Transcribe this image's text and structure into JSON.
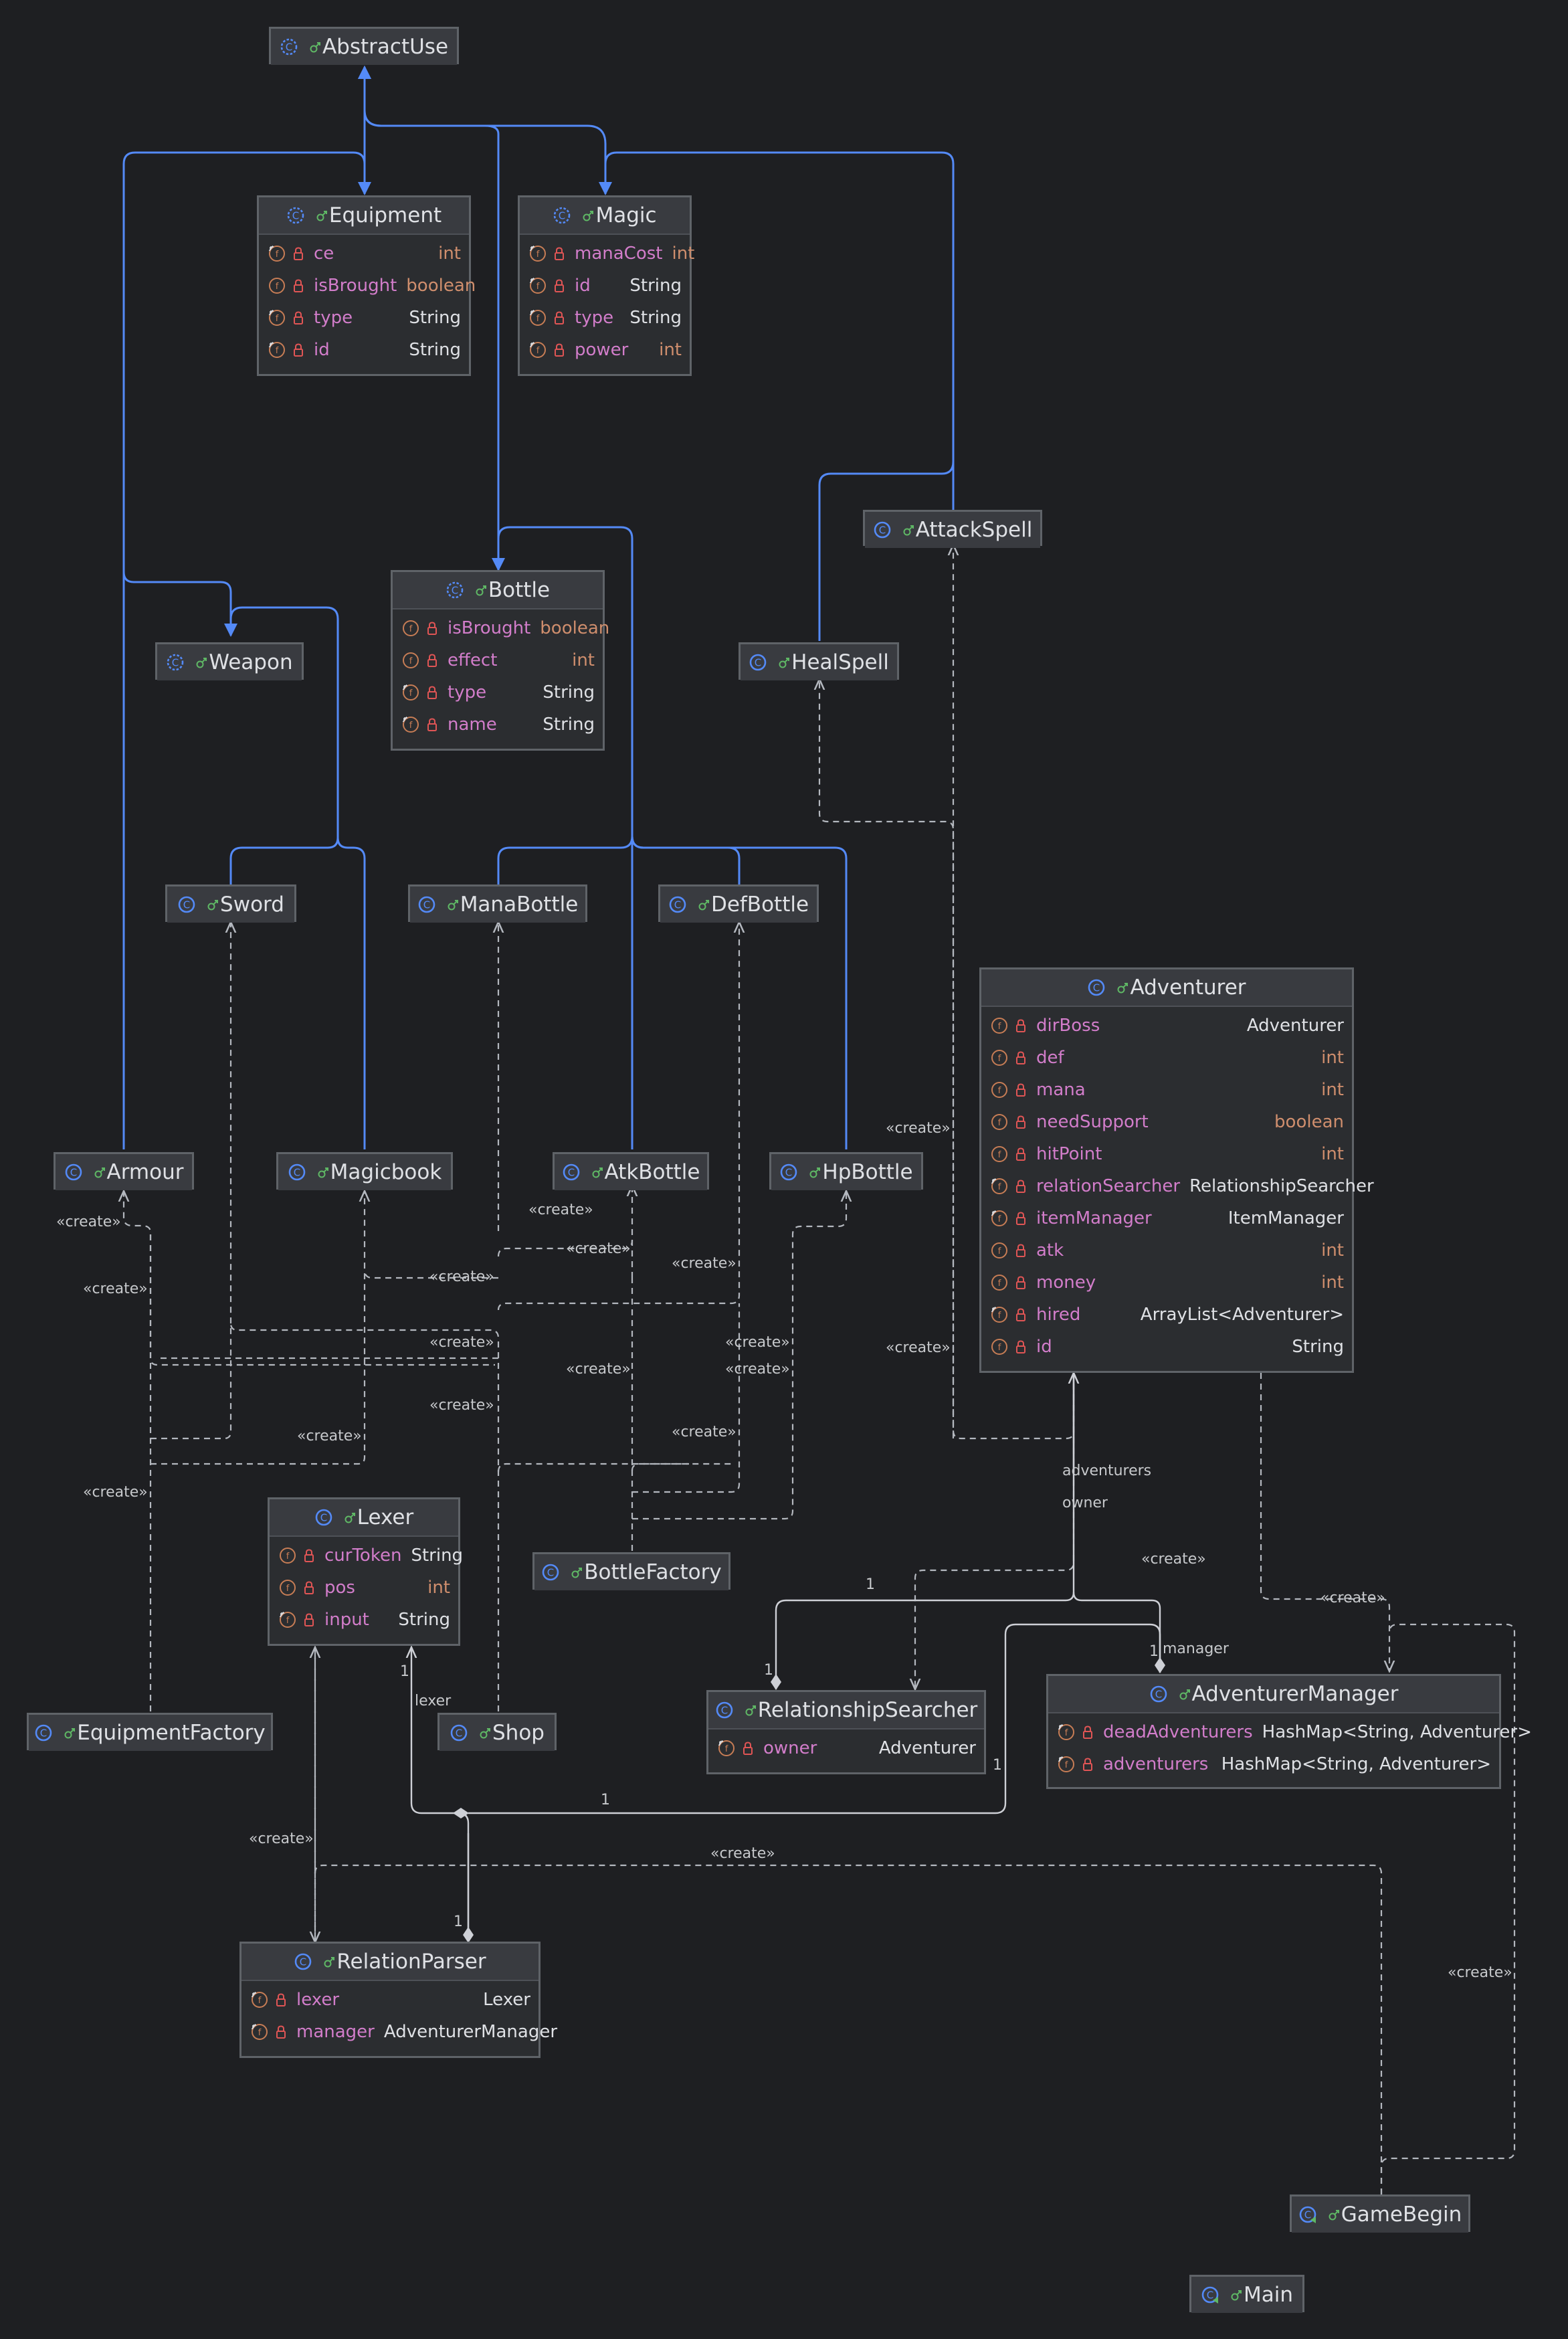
{
  "classes": {
    "AbstractUse": {
      "name": "AbstractUse",
      "kind": "abstract",
      "fields": []
    },
    "Equipment": {
      "name": "Equipment",
      "kind": "abstract",
      "fields": [
        {
          "name": "ce",
          "type": "int",
          "mod": "final-field",
          "primitive": true
        },
        {
          "name": "isBrought",
          "type": "boolean",
          "mod": "field",
          "primitive": true
        },
        {
          "name": "type",
          "type": "String",
          "mod": "final-field",
          "primitive": false
        },
        {
          "name": "id",
          "type": "String",
          "mod": "final-field",
          "primitive": false
        }
      ]
    },
    "Magic": {
      "name": "Magic",
      "kind": "abstract",
      "fields": [
        {
          "name": "manaCost",
          "type": "int",
          "mod": "final-field",
          "primitive": true
        },
        {
          "name": "id",
          "type": "String",
          "mod": "final-field",
          "primitive": false
        },
        {
          "name": "type",
          "type": "String",
          "mod": "final-field",
          "primitive": false
        },
        {
          "name": "power",
          "type": "int",
          "mod": "final-field",
          "primitive": true
        }
      ]
    },
    "AttackSpell": {
      "name": "AttackSpell",
      "kind": "class",
      "fields": []
    },
    "Bottle": {
      "name": "Bottle",
      "kind": "abstract",
      "fields": [
        {
          "name": "isBrought",
          "type": "boolean",
          "mod": "field",
          "primitive": true
        },
        {
          "name": "effect",
          "type": "int",
          "mod": "field",
          "primitive": true
        },
        {
          "name": "type",
          "type": "String",
          "mod": "final-field",
          "primitive": false
        },
        {
          "name": "name",
          "type": "String",
          "mod": "final-field",
          "primitive": false
        }
      ]
    },
    "Weapon": {
      "name": "Weapon",
      "kind": "abstract",
      "fields": []
    },
    "HealSpell": {
      "name": "HealSpell",
      "kind": "class",
      "fields": []
    },
    "Sword": {
      "name": "Sword",
      "kind": "class",
      "fields": []
    },
    "ManaBottle": {
      "name": "ManaBottle",
      "kind": "class",
      "fields": []
    },
    "DefBottle": {
      "name": "DefBottle",
      "kind": "class",
      "fields": []
    },
    "Adventurer": {
      "name": "Adventurer",
      "kind": "class",
      "fields": [
        {
          "name": "dirBoss",
          "type": "Adventurer",
          "mod": "field",
          "primitive": false
        },
        {
          "name": "def",
          "type": "int",
          "mod": "field",
          "primitive": true
        },
        {
          "name": "mana",
          "type": "int",
          "mod": "field",
          "primitive": true
        },
        {
          "name": "needSupport",
          "type": "boolean",
          "mod": "field",
          "primitive": true
        },
        {
          "name": "hitPoint",
          "type": "int",
          "mod": "field",
          "primitive": true
        },
        {
          "name": "relationSearcher",
          "type": "RelationshipSearcher",
          "mod": "final-field",
          "primitive": false
        },
        {
          "name": "itemManager",
          "type": "ItemManager",
          "mod": "final-field",
          "primitive": false
        },
        {
          "name": "atk",
          "type": "int",
          "mod": "field",
          "primitive": true
        },
        {
          "name": "money",
          "type": "int",
          "mod": "field",
          "primitive": true
        },
        {
          "name": "hired",
          "type": "ArrayList<Adventurer>",
          "mod": "final-field",
          "primitive": false
        },
        {
          "name": "id",
          "type": "String",
          "mod": "field",
          "primitive": false
        }
      ]
    },
    "Armour": {
      "name": "Armour",
      "kind": "class",
      "fields": []
    },
    "Magicbook": {
      "name": "Magicbook",
      "kind": "class",
      "fields": []
    },
    "AtkBottle": {
      "name": "AtkBottle",
      "kind": "class",
      "fields": []
    },
    "HpBottle": {
      "name": "HpBottle",
      "kind": "class",
      "fields": []
    },
    "Lexer": {
      "name": "Lexer",
      "kind": "class",
      "fields": [
        {
          "name": "curToken",
          "type": "String",
          "mod": "field",
          "primitive": false
        },
        {
          "name": "pos",
          "type": "int",
          "mod": "field",
          "primitive": true
        },
        {
          "name": "input",
          "type": "String",
          "mod": "final-field",
          "primitive": false
        }
      ]
    },
    "BottleFactory": {
      "name": "BottleFactory",
      "kind": "class",
      "fields": []
    },
    "RelationshipSearcher": {
      "name": "RelationshipSearcher",
      "kind": "class",
      "fields": [
        {
          "name": "owner",
          "type": "Adventurer",
          "mod": "final-field",
          "primitive": false
        }
      ]
    },
    "AdventurerManager": {
      "name": "AdventurerManager",
      "kind": "class",
      "fields": [
        {
          "name": "deadAdventurers",
          "type": "HashMap<String, Adventurer>",
          "mod": "final-field",
          "primitive": false
        },
        {
          "name": "adventurers",
          "type": "HashMap<String, Adventurer>",
          "mod": "final-field",
          "primitive": false
        }
      ]
    },
    "EquipmentFactory": {
      "name": "EquipmentFactory",
      "kind": "class",
      "fields": []
    },
    "Shop": {
      "name": "Shop",
      "kind": "class",
      "fields": []
    },
    "RelationParser": {
      "name": "RelationParser",
      "kind": "class",
      "fields": [
        {
          "name": "lexer",
          "type": "Lexer",
          "mod": "final-field",
          "primitive": false
        },
        {
          "name": "manager",
          "type": "AdventurerManager",
          "mod": "final-field",
          "primitive": false
        }
      ]
    },
    "GameBegin": {
      "name": "GameBegin",
      "kind": "main",
      "fields": []
    },
    "Main": {
      "name": "Main",
      "kind": "main",
      "fields": []
    }
  },
  "edge_labels": {
    "create": "«create»",
    "adventurers": "adventurers",
    "owner": "owner",
    "manager": "manager",
    "lexer": "lexer",
    "one": "1"
  },
  "colors": {
    "background": "#1e1f22",
    "inheritance": "#548af7",
    "dependency": "#b4b8bf",
    "association": "#ced0d6",
    "field_name": "#d27dca",
    "primitive_type": "#cf8e6d"
  }
}
